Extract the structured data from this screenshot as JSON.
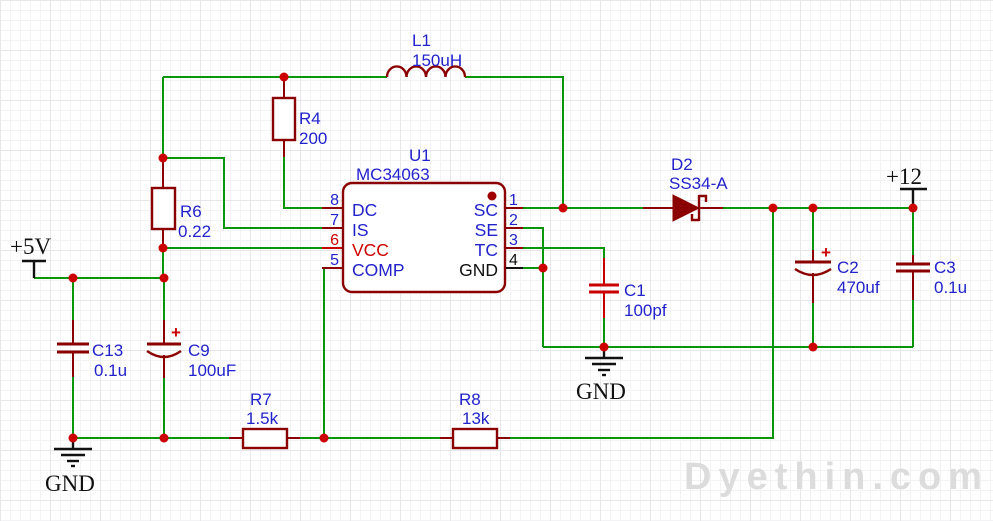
{
  "watermark": "Dyethin.com",
  "colors": {
    "wire_green": "#0a960a",
    "component_dark_red": "#8b0000",
    "bright_red": "#c80000",
    "junction_red": "#cc0000",
    "label_blue": "#2222cc",
    "text_black": "#111111",
    "background": "#ffffff",
    "watermark_gray": "#dcdcdc"
  },
  "power": {
    "vin": "+5V",
    "vout": "+12",
    "gnd_left": "GND",
    "gnd_mid": "GND"
  },
  "components": {
    "u1": {
      "ref": "U1",
      "part": "MC34063",
      "left_pins": [
        {
          "num": "8",
          "name": "DC"
        },
        {
          "num": "7",
          "name": "IS"
        },
        {
          "num": "6",
          "name": "VCC"
        },
        {
          "num": "5",
          "name": "COMP"
        }
      ],
      "right_pins": [
        {
          "num": "1",
          "name": "SC"
        },
        {
          "num": "2",
          "name": "SE"
        },
        {
          "num": "3",
          "name": "TC"
        },
        {
          "num": "4",
          "name": "GND"
        }
      ]
    },
    "l1": {
      "ref": "L1",
      "value": "150uH"
    },
    "r4": {
      "ref": "R4",
      "value": "200"
    },
    "r6": {
      "ref": "R6",
      "value": "0.22"
    },
    "r7": {
      "ref": "R7",
      "value": "1.5k"
    },
    "r8": {
      "ref": "R8",
      "value": "13k"
    },
    "c1": {
      "ref": "C1",
      "value": "100pf"
    },
    "c2": {
      "ref": "C2",
      "value": "470uf",
      "polarity": "+"
    },
    "c3": {
      "ref": "C3",
      "value": "0.1u"
    },
    "c9": {
      "ref": "C9",
      "value": "100uF",
      "polarity": "+"
    },
    "c13": {
      "ref": "C13",
      "value": "0.1u"
    },
    "d2": {
      "ref": "D2",
      "value": "SS34-A"
    }
  }
}
